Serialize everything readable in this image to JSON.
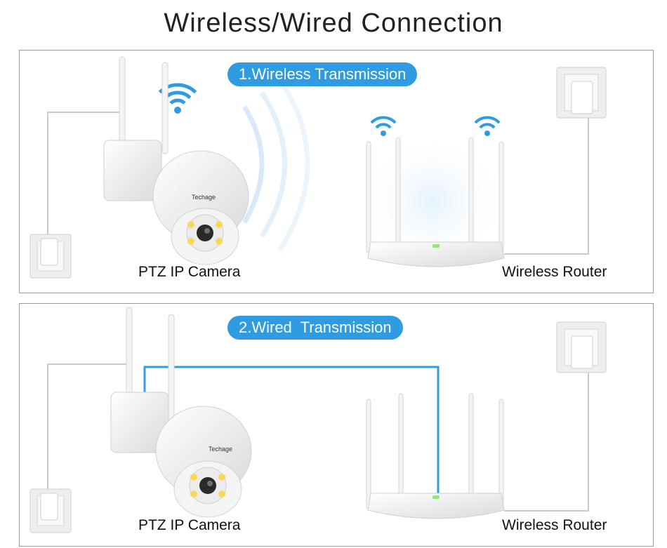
{
  "title": "Wireless/Wired Connection",
  "colors": {
    "accent": "#2f9be0",
    "border": "#9a9a9a",
    "device": "#f2f3f4",
    "cable": "#c9c9c9"
  },
  "panels": [
    {
      "badge": "1.Wireless Transmission",
      "camera_label": "PTZ IP Camera",
      "router_label": "Wireless Router",
      "camera_brand": "Techage",
      "mode": "wireless"
    },
    {
      "badge": "2.Wired  Transmission",
      "camera_label": "PTZ IP Camera",
      "router_label": "Wireless Router",
      "camera_brand": "Techage",
      "mode": "wired"
    }
  ],
  "icons": [
    "wifi-icon",
    "wall-outlet-icon",
    "ptz-camera-icon",
    "router-icon"
  ]
}
